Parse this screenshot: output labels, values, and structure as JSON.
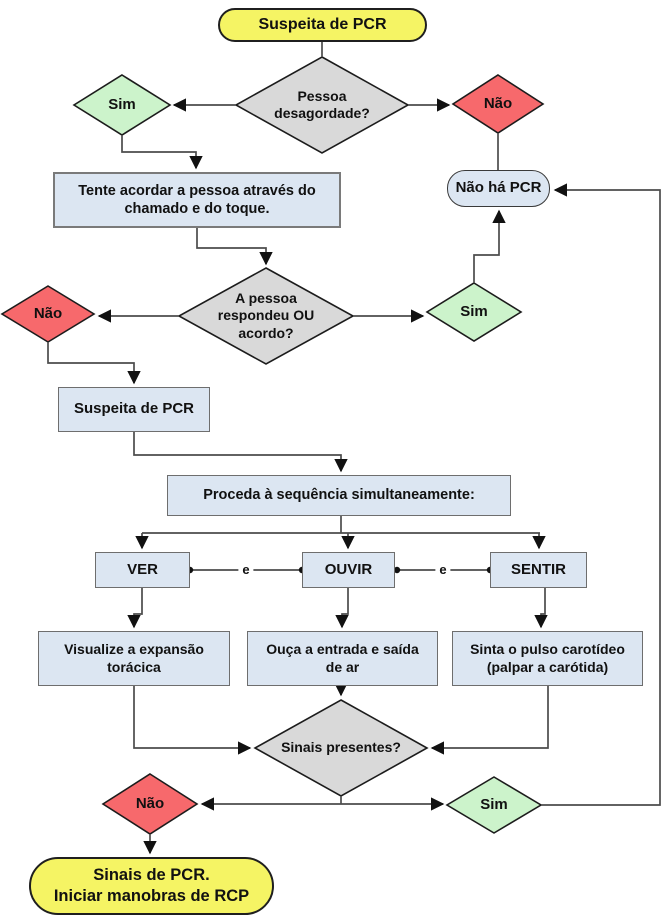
{
  "colors": {
    "terminal_fill": "#F5F464",
    "process_fill": "#DCE6F2",
    "decision_fill": "#D9D9D9",
    "yes_fill": "#CCF3CB",
    "no_fill": "#F7696C",
    "connector_line": "#4C4C4C"
  },
  "nodes": {
    "start": {
      "label": "Suspeita de PCR"
    },
    "awake_decision": {
      "label": "Pessoa desagordade?"
    },
    "awake_yes": {
      "label": "Sim"
    },
    "awake_no": {
      "label": "Não"
    },
    "no_pcr": {
      "label": "Não há PCR"
    },
    "wake_attempt": {
      "label": "Tente acordar a pessoa através do chamado e do toque."
    },
    "response_decision": {
      "label": "A pessoa respondeu OU acordo?"
    },
    "response_no": {
      "label": "Não"
    },
    "response_yes": {
      "label": "Sim"
    },
    "pcr_suspected": {
      "label": "Suspeita de PCR"
    },
    "sequence": {
      "label": "Proceda à sequência simultaneamente:"
    },
    "see": {
      "label": "VER"
    },
    "hear": {
      "label": "OUVIR"
    },
    "feel": {
      "label": "SENTIR"
    },
    "see_desc": {
      "label": "Visualize a expansão torácica"
    },
    "hear_desc": {
      "label": "Ouça a entrada e saída de ar"
    },
    "feel_desc": {
      "label": "Sinta o pulso carotídeo (palpar a carótida)"
    },
    "signs_decision": {
      "label": "Sinais presentes?"
    },
    "signs_no": {
      "label": "Não"
    },
    "signs_yes": {
      "label": "Sim"
    },
    "end": {
      "lines": [
        "Sinais de PCR.",
        "Iniciar manobras de RCP"
      ]
    }
  },
  "connector_labels": {
    "and1": "e",
    "and2": "e"
  },
  "edges": [
    {
      "from": "start",
      "to": "awake_decision"
    },
    {
      "from": "awake_decision",
      "to": "awake_yes"
    },
    {
      "from": "awake_decision",
      "to": "awake_no"
    },
    {
      "from": "awake_yes",
      "to": "wake_attempt"
    },
    {
      "from": "awake_no",
      "to": "no_pcr"
    },
    {
      "from": "wake_attempt",
      "to": "response_decision"
    },
    {
      "from": "response_decision",
      "to": "response_no"
    },
    {
      "from": "response_decision",
      "to": "response_yes"
    },
    {
      "from": "response_yes",
      "to": "no_pcr"
    },
    {
      "from": "response_no",
      "to": "pcr_suspected"
    },
    {
      "from": "pcr_suspected",
      "to": "sequence"
    },
    {
      "from": "sequence",
      "to": "see"
    },
    {
      "from": "sequence",
      "to": "hear"
    },
    {
      "from": "sequence",
      "to": "feel"
    },
    {
      "from": "see",
      "to": "hear",
      "label": "e"
    },
    {
      "from": "hear",
      "to": "feel",
      "label": "e"
    },
    {
      "from": "see",
      "to": "see_desc"
    },
    {
      "from": "hear",
      "to": "hear_desc"
    },
    {
      "from": "feel",
      "to": "feel_desc"
    },
    {
      "from": "see_desc",
      "to": "signs_decision"
    },
    {
      "from": "hear_desc",
      "to": "signs_decision"
    },
    {
      "from": "feel_desc",
      "to": "signs_decision"
    },
    {
      "from": "signs_decision",
      "to": "signs_no"
    },
    {
      "from": "signs_decision",
      "to": "signs_yes"
    },
    {
      "from": "signs_yes",
      "to": "no_pcr"
    },
    {
      "from": "signs_no",
      "to": "end"
    }
  ]
}
